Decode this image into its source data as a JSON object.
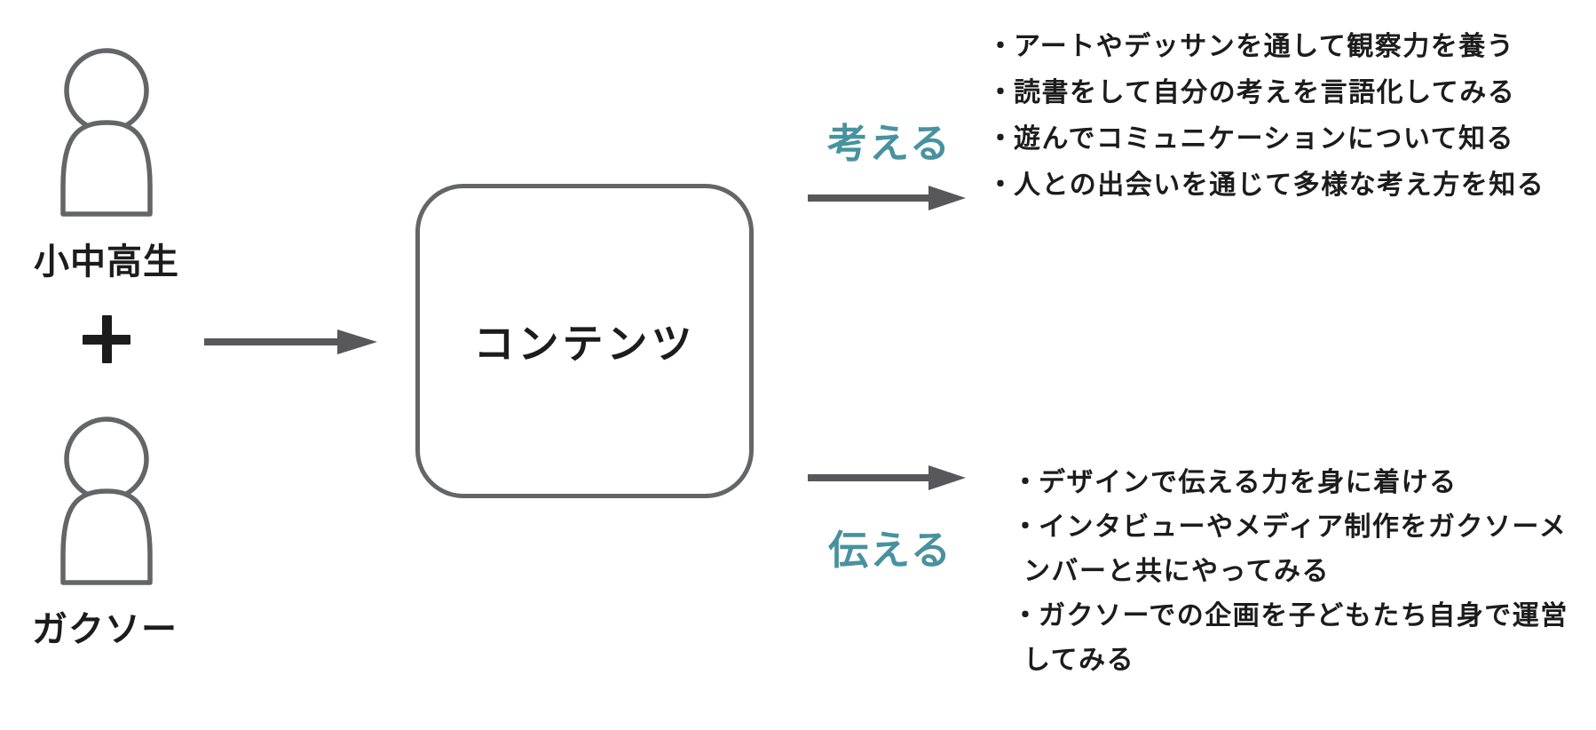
{
  "colors": {
    "text_ink": "#1c1c1c",
    "accent_teal": "#48929f",
    "arrow_gray": "#58585a",
    "outline_gray": "#646567",
    "background": "#ffffff"
  },
  "actors": {
    "students_label": "小中高生",
    "plus_symbol": "+",
    "gakuso_label": "ガクソー"
  },
  "center_box": {
    "label": "コンテンツ"
  },
  "outputs": {
    "think": {
      "label": "考える",
      "lines": [
        {
          "bullet": true,
          "text": "アートやデッサンを通して観察力を養う"
        },
        {
          "bullet": true,
          "text": "読書をして自分の考えを言語化してみる"
        },
        {
          "bullet": true,
          "text": "遊んでコミュニケーションについて知る"
        },
        {
          "bullet": true,
          "text": "人との出会いを通じて多様な考え方を知る"
        }
      ]
    },
    "convey": {
      "label": "伝える",
      "lines": [
        {
          "bullet": true,
          "text": "デザインで伝える力を身に着ける"
        },
        {
          "bullet": true,
          "text": "インタビューやメディア制作をガクソーメ"
        },
        {
          "bullet": false,
          "text": "ンバーと共にやってみる"
        },
        {
          "bullet": true,
          "text": "ガクソーでの企画を子どもたち自身で運営"
        },
        {
          "bullet": false,
          "text": "してみる"
        }
      ]
    }
  },
  "icons": {
    "person": "person-silhouette",
    "arrow": "arrow-right"
  }
}
